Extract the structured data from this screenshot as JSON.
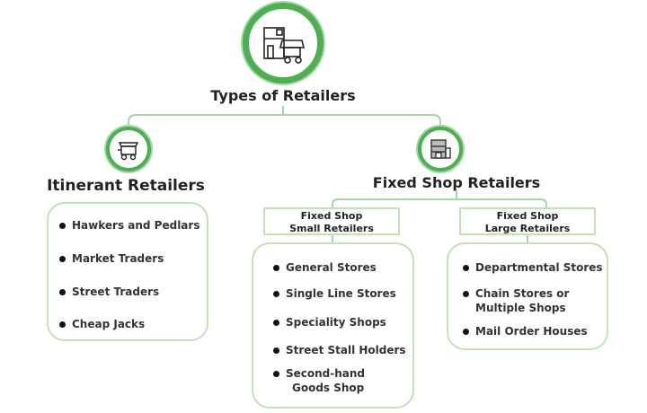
{
  "root": {
    "title": "Types of Retailers",
    "icon": "shop-and-cart-icon"
  },
  "itinerant": {
    "title": "Itinerant Retailers",
    "icon": "food-cart-icon",
    "items": [
      "Hawkers and Pedlars",
      "Market Traders",
      "Street Traders",
      "Cheap Jacks"
    ]
  },
  "fixed": {
    "title": "Fixed Shop Retailers",
    "icon": "building-icon",
    "small": {
      "title_line1": "Fixed Shop",
      "title_line2": "Small Retailers",
      "items": [
        "General Stores",
        "Single Line Stores",
        "Speciality Shops",
        "Street Stall Holders",
        "Second-hand",
        "Goods Shop"
      ]
    },
    "large": {
      "title_line1": "Fixed Shop",
      "title_line2": "Large Retailers",
      "items": [
        "Departmental Stores",
        "Chain Stores or",
        "Multiple Shops",
        "Mail Order Houses"
      ]
    }
  },
  "colors": {
    "accent": "#4caf50",
    "border": "#c5dfb8"
  }
}
